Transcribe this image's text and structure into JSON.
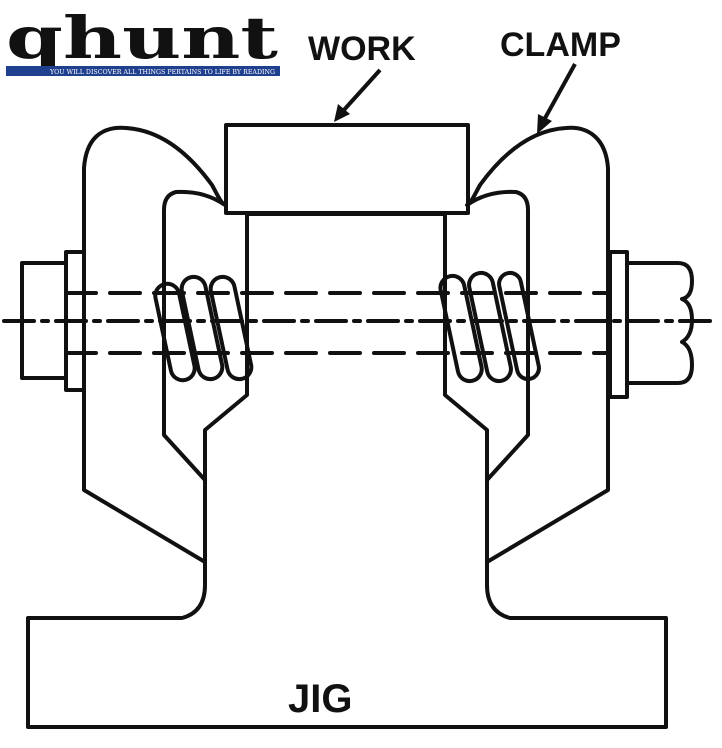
{
  "logo": {
    "word": "qhunt",
    "tagline": "YOU WILL DISCOVER ALL THINGS PERTAINS TO LIFE BY READING"
  },
  "labels": {
    "work": "WORK",
    "clamp": "CLAMP",
    "jig": "JIG"
  },
  "colors": {
    "line": "#111111",
    "background": "#ffffff",
    "tagline_bar": "#1f3f8f"
  }
}
